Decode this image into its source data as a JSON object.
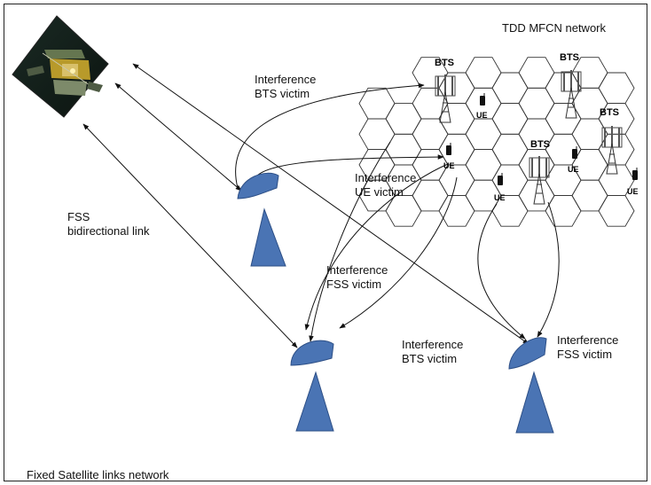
{
  "network_title": "TDD MFCN network",
  "footer_title": "Fixed Satellite links network",
  "labels": {
    "fss_link_line1": "FSS",
    "fss_link_line2": "bidirectional link",
    "interf_bts_top_line1": "Interference",
    "interf_bts_top_line2": "BTS victim",
    "interf_ue_line1": "Interference",
    "interf_ue_line2": "UE victim",
    "interf_fss_mid_line1": "Interference",
    "interf_fss_mid_line2": "FSS victim",
    "interf_bts_bottom_line1": "Interference",
    "interf_bts_bottom_line2": "BTS victim",
    "interf_fss_right_line1": "Interference",
    "interf_fss_right_line2": "FSS victim"
  },
  "bts_labels": [
    "BTS",
    "BTS",
    "BTS",
    "BTS"
  ],
  "ue_labels": [
    "UE",
    "UE",
    "UE",
    "UE",
    "UE"
  ],
  "icons": [
    "satellite-icon",
    "dish-antenna-icon",
    "bts-tower-icon",
    "ue-handset-icon"
  ],
  "colors": {
    "dish": "#4a74b4",
    "dish_stroke": "#2d4f86",
    "line": "#111111"
  }
}
